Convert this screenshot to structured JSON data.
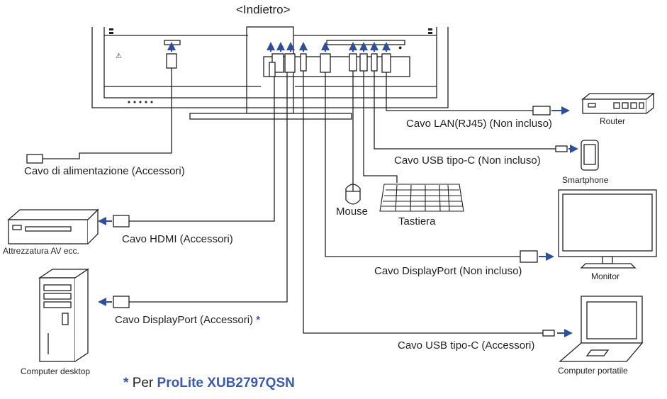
{
  "header": {
    "back_label": "<Indietro>"
  },
  "cables": {
    "power": "Cavo di alimentazione (Accessori)",
    "hdmi": "Cavo HDMI (Accessori)",
    "dp_in": "Cavo DisplayPort (Accessori)",
    "dp_in_mark": "*",
    "dp_out": "Cavo DisplayPort (Non incluso)",
    "usbc_in": "Cavo USB tipo-C (Accessori)",
    "usbc_out": "Cavo USB tipo-C (Non incluso)",
    "lan": "Cavo LAN(RJ45) (Non incluso)"
  },
  "devices": {
    "av": "Attrezzatura AV ecc.",
    "desktop": "Computer desktop",
    "laptop": "Computer portatile",
    "router": "Router",
    "smartphone": "Smartphone",
    "mouse": "Mouse",
    "keyboard": "Tastiera",
    "monitor": "Monitor"
  },
  "footnote": {
    "asterisk": "*",
    "prefix": "Per",
    "model": "ProLite XUB2797QSN"
  },
  "colors": {
    "arrow": "#2e4f9c",
    "line": "#231f20",
    "accent": "#3d5aa8"
  },
  "icons": [
    "monitor-back-icon",
    "power-plug-icon",
    "hdmi-plug-icon",
    "displayport-plug-icon",
    "usb-c-plug-icon",
    "usb-a-plug-icon",
    "rj45-plug-icon",
    "av-equipment-icon",
    "desktop-computer-icon",
    "laptop-icon",
    "router-icon",
    "smartphone-icon",
    "mouse-icon",
    "keyboard-icon",
    "external-monitor-icon"
  ]
}
